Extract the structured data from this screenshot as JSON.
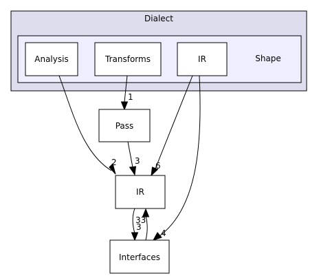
{
  "clusters": {
    "outer": {
      "label": "Dialect"
    },
    "inner": {
      "label": "Shape"
    }
  },
  "nodes": {
    "analysis": "Analysis",
    "transforms": "Transforms",
    "shape_ir": "IR",
    "pass": "Pass",
    "ir": "IR",
    "interfaces": "Interfaces"
  },
  "edges": [
    {
      "from": "Transforms",
      "to": "Pass",
      "label": "1"
    },
    {
      "from": "Analysis",
      "to": "IR",
      "label": "2"
    },
    {
      "from": "Pass",
      "to": "IR",
      "label": "3"
    },
    {
      "from": "Shape IR",
      "to": "IR",
      "label": "6"
    },
    {
      "from": "Shape IR",
      "to": "Interfaces",
      "label": "4"
    },
    {
      "from": "IR",
      "to": "Interfaces",
      "label": "3"
    },
    {
      "from": "Interfaces",
      "to": "IR",
      "label": "33"
    }
  ]
}
